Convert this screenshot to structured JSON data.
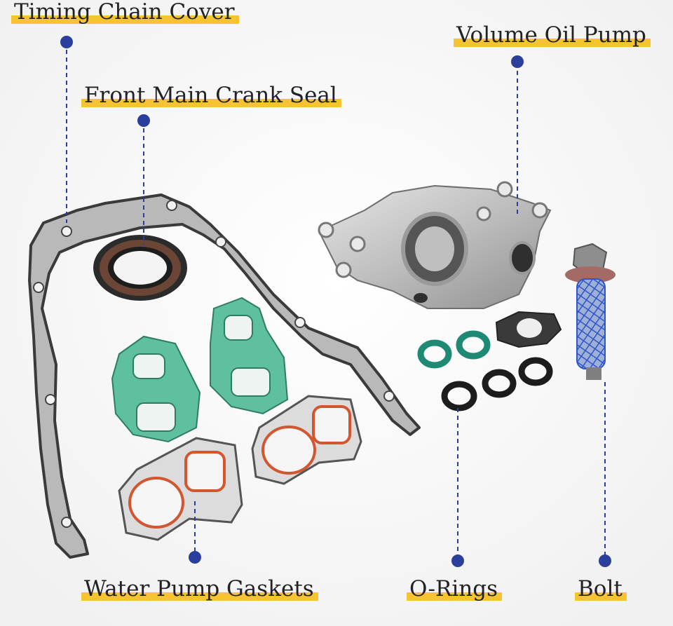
{
  "labels": {
    "timing_chain_cover": "Timing Chain Cover",
    "front_main_crank_seal": "Front Main Crank Seal",
    "volume_oil_pump": "Volume Oil Pump",
    "water_pump_gaskets": "Water Pump Gaskets",
    "o_rings": "O-Rings",
    "bolt": "Bolt"
  },
  "colors": {
    "highlight": "#f6c431",
    "leader_line": "#2a3f9c",
    "gasket_green": "#5fc0a0",
    "seal_orange": "#d2562f",
    "o_ring_teal": "#1f8a74",
    "mesh_blue": "#2f56c8",
    "metal": "#c9c9c9"
  }
}
